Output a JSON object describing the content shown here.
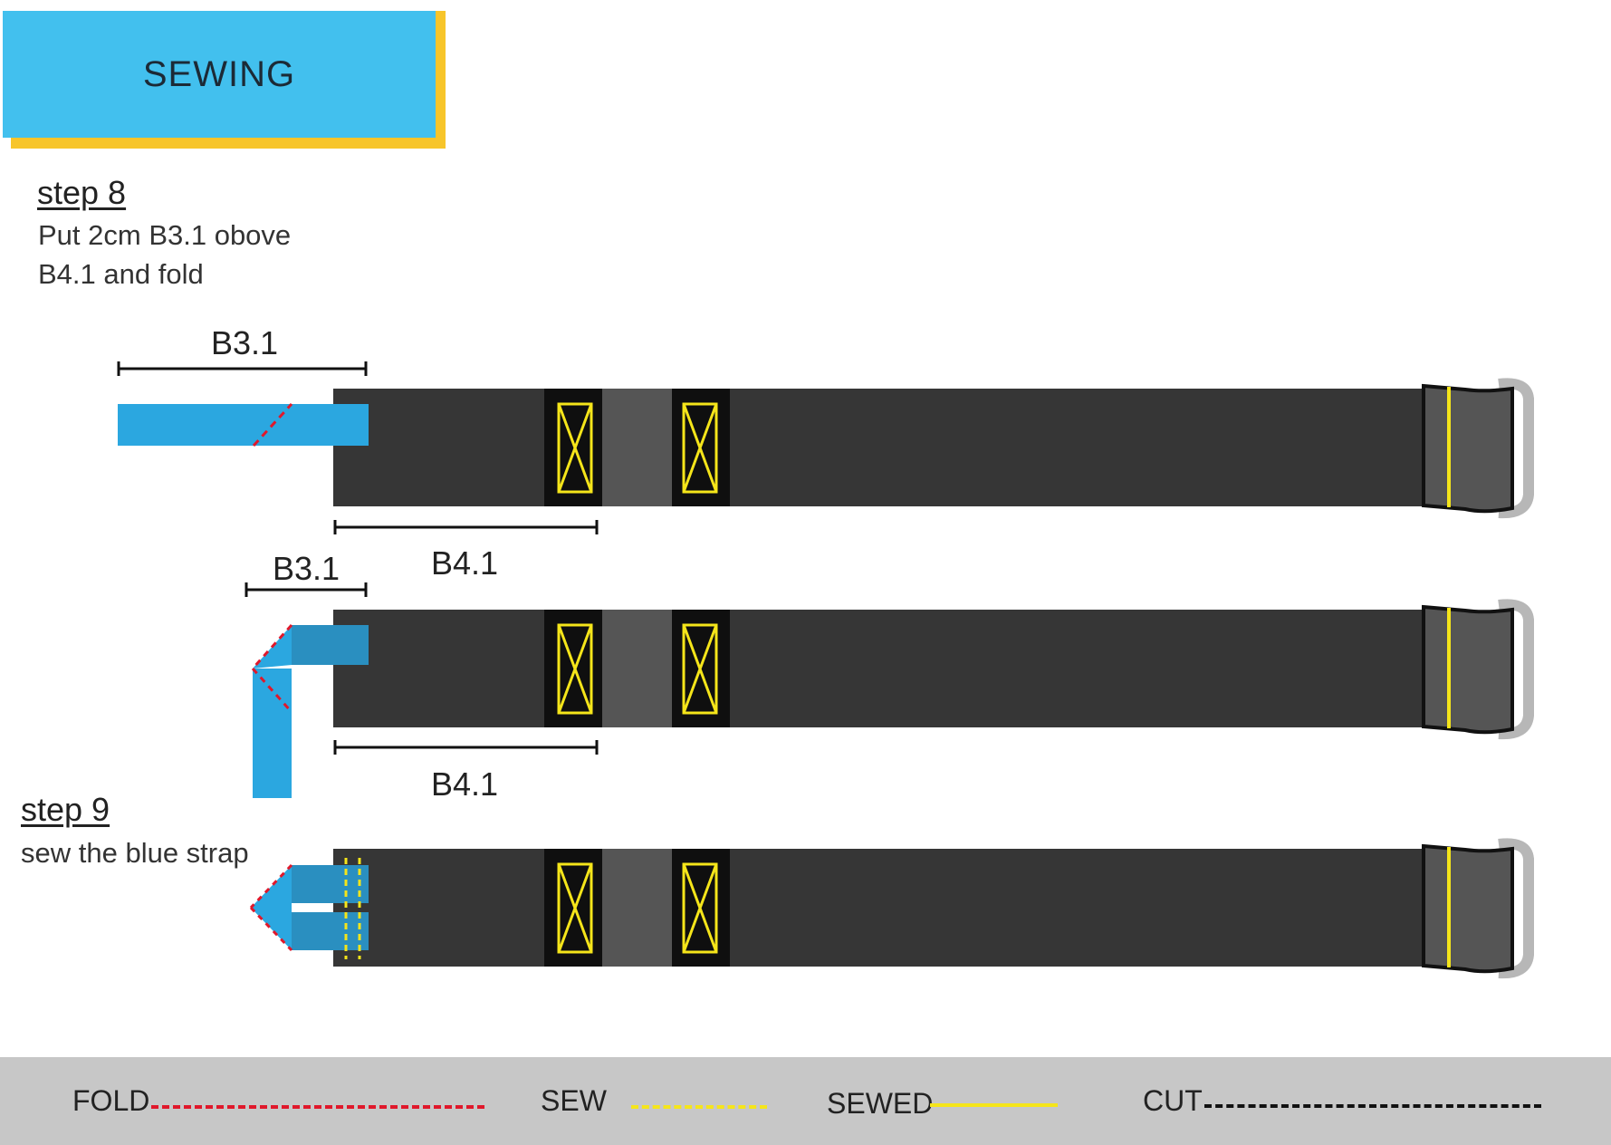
{
  "header": {
    "title": "SEWING"
  },
  "steps": [
    {
      "title": "step 8",
      "lines": [
        "Put  2cm B3.1 obove",
        "B4.1 and fold"
      ]
    },
    {
      "title": "step 9",
      "lines": [
        "sew the blue strap"
      ]
    }
  ],
  "labels": {
    "b31_top": "B3.1",
    "b41_top": "B4.1",
    "b31_mid": "B3.1",
    "b41_mid": "B4.1"
  },
  "colors": {
    "strap_dark": "#363636",
    "strap_band": "#555555",
    "blue_strap": "#2ba7e0",
    "blue_strap_folded": "#2a8fc0",
    "fold": "#e0182b",
    "sew": "#f5e51a",
    "ring": "#b7b7b7",
    "title_bg": "#42c0ee",
    "title_shadow": "#f7c52a",
    "legend_bg": "#c7c7c7"
  },
  "legend": {
    "fold": "FOLD",
    "sew": "SEW",
    "sewed": "SEWED",
    "cut": "CUT"
  }
}
